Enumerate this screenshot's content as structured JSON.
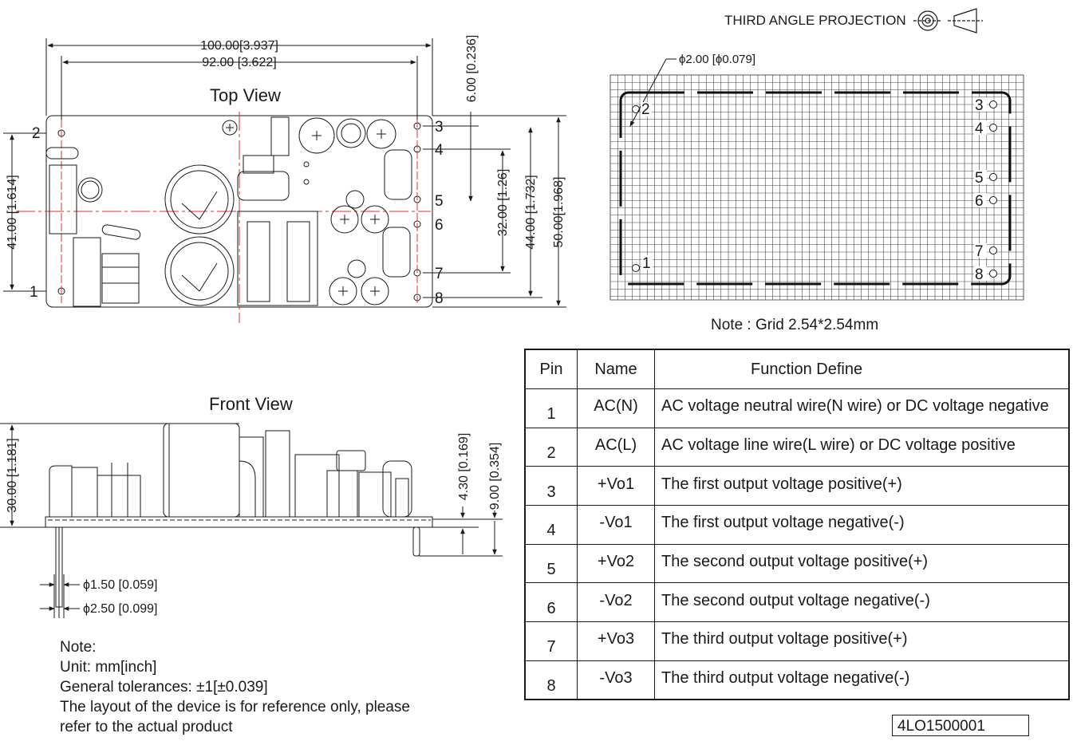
{
  "projection": {
    "label": "THIRD ANGLE PROJECTION",
    "icon": "third-angle-projection-icon"
  },
  "top_view": {
    "title": "Top View",
    "dims": {
      "width_outer": "100.00[3.937]",
      "width_holes": "92.00 [3.622]",
      "height_left": "41.00 [1.614]",
      "offset_top": "6.00 [0.236]",
      "pitch_32": "32.00 [1.26]",
      "pitch_44": "44.00 [1.732]",
      "height_total": "50.00[1.968]"
    },
    "pins": [
      "1",
      "2",
      "3",
      "4",
      "5",
      "6",
      "7",
      "8"
    ]
  },
  "footprint": {
    "hole_dim": "ϕ2.00 [ϕ0.079]",
    "pins": [
      "1",
      "2",
      "3",
      "4",
      "5",
      "6",
      "7",
      "8"
    ],
    "note": "Note : Grid 2.54*2.54mm"
  },
  "front_view": {
    "title": "Front View",
    "dims": {
      "height": "30.00 [1.181]",
      "pin_len": "4.30 [0.169]",
      "pin_total": "9.00 [0.354]",
      "pin_dia": "ϕ1.50 [0.059]",
      "pad_dia": "ϕ2.50 [0.099]"
    }
  },
  "notes": [
    "Note:",
    "Unit: mm[inch]",
    "General tolerances: ±1[±0.039]",
    "The layout of the device is for reference only, please",
    "refer to the actual product"
  ],
  "pin_table": {
    "headers": [
      "Pin",
      "Name",
      "Function Define"
    ],
    "rows": [
      {
        "pin": "1",
        "name": "AC(N)",
        "func": "AC voltage neutral wire(N wire) or DC voltage negative"
      },
      {
        "pin": "2",
        "name": "AC(L)",
        "func": "AC voltage line wire(L wire) or DC voltage positive"
      },
      {
        "pin": "3",
        "name": "+Vo1",
        "func": "The first output voltage positive(+)"
      },
      {
        "pin": "4",
        "name": "-Vo1",
        "func": "The first output voltage negative(-)"
      },
      {
        "pin": "5",
        "name": "+Vo2",
        "func": "The second output voltage positive(+)"
      },
      {
        "pin": "6",
        "name": "-Vo2",
        "func": "The second output voltage negative(-)"
      },
      {
        "pin": "7",
        "name": "+Vo3",
        "func": "The third output voltage positive(+)"
      },
      {
        "pin": "8",
        "name": "-Vo3",
        "func": "The third output voltage negative(-)"
      }
    ]
  },
  "part_number": "4LO1500001"
}
